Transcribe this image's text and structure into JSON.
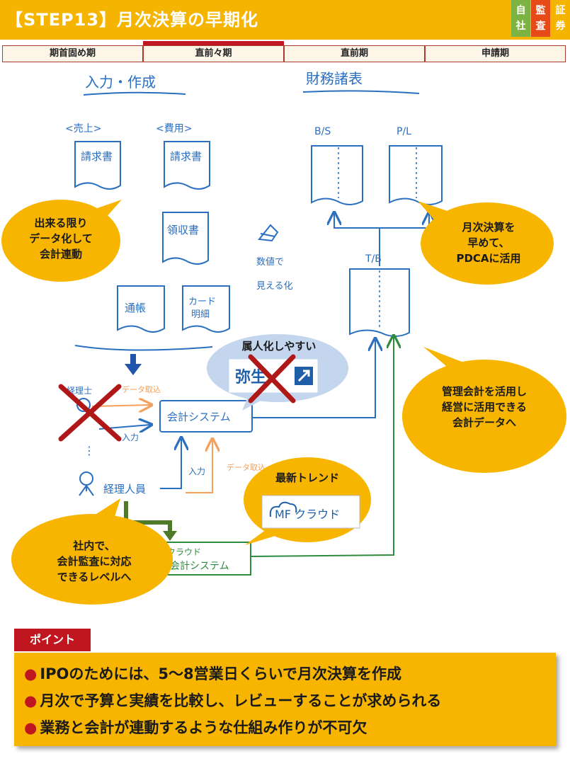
{
  "header": {
    "title": "【STEP13】月次決算の早期化",
    "badges": [
      {
        "top": "自",
        "bottom": "社",
        "color": "#7cb342"
      },
      {
        "top": "監",
        "bottom": "査",
        "color": "#e64a19"
      },
      {
        "top": "証",
        "bottom": "券",
        "color": "#f5b400"
      }
    ]
  },
  "phases": [
    "期首固め期",
    "直前々期",
    "直前期",
    "申請期"
  ],
  "sketch": {
    "heading_left": "入力・作成",
    "heading_right": "財務諸表",
    "label_sales": "<売上>",
    "label_expense": "<費用>",
    "doc_invoice": "請求書",
    "doc_request": "請求書",
    "doc_receipt": "領収書",
    "doc_passbook": "通帳",
    "doc_card1": "カード",
    "doc_card2": "明細",
    "bs": "B/S",
    "pl": "P/L",
    "tb": "T/B",
    "visual1": "数値で",
    "visual2": "見える化",
    "accounting_system": "会計システム",
    "cloud_system1": "クラウド",
    "cloud_system2": "会計システム",
    "staff_accountant": "経理士",
    "staff_person": "経理人員",
    "data_import1": "データ取込",
    "data_import2": "データ取込",
    "input1": "入力",
    "input2": "入力"
  },
  "bubbles": {
    "b1": [
      "出来る限り",
      "データ化して",
      "会計連動"
    ],
    "b2": [
      "月次決算を",
      "早めて、",
      "PDCAに活用"
    ],
    "b3": [
      "属人化しやすい"
    ],
    "b3_logo": "弥生",
    "b4": [
      "管理会計を活用し",
      "経営に活用できる",
      "会計データへ"
    ],
    "b5": [
      "最新トレンド"
    ],
    "b5_logo": "MF クラウド",
    "b6": [
      "社内で、",
      "会計監査に対応",
      "できるレベルへ"
    ]
  },
  "points": {
    "label": "ポイント",
    "items": [
      "IPOのためには、5～8営業日くらいで月次決算を作成",
      "月次で予算と実績を比較し、レビューすることが求められる",
      "業務と会計が連動するような仕組み作りが不可欠"
    ]
  },
  "colors": {
    "header": "#f5b400",
    "accent_red": "#c0161f",
    "sketch_blue": "#2a6fc0",
    "green": "#2e8b3e",
    "orange": "#f5a05a",
    "bubble": "#f7b500"
  }
}
